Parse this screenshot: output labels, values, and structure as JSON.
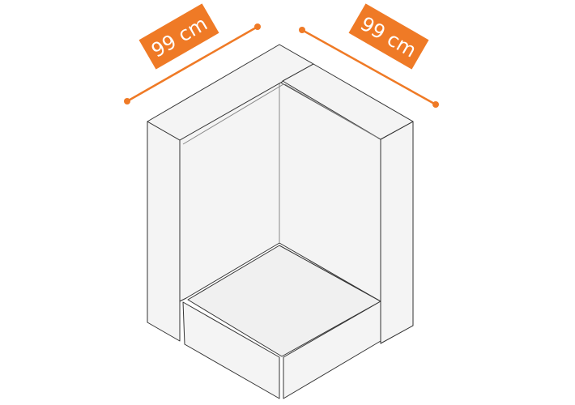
{
  "diagram": {
    "subject": "corner-cabinet",
    "dimensions": [
      {
        "label": "99 cm"
      },
      {
        "label": "99 cm"
      }
    ],
    "colors": {
      "accent": "#EF7A26",
      "panel": "#f4f4f4",
      "outline": "#333333"
    }
  }
}
